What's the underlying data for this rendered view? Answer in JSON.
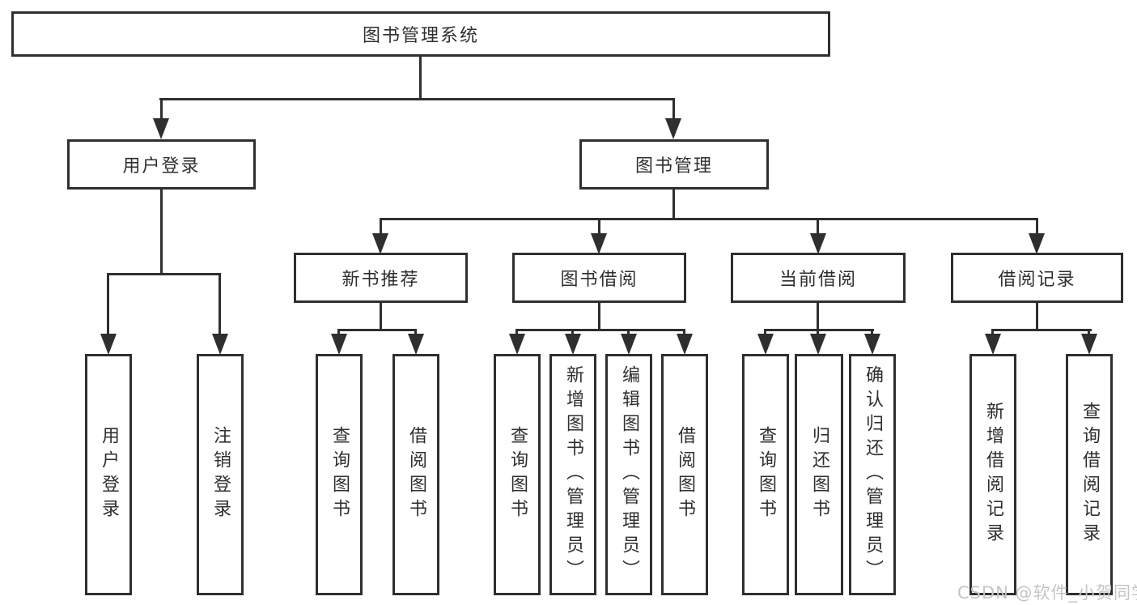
{
  "root": {
    "label": "图书管理系统"
  },
  "branches": [
    {
      "label": "用户登录",
      "children": [
        {
          "label": "用户登录"
        },
        {
          "label": "注销登录"
        }
      ]
    },
    {
      "label": "图书管理",
      "sections": [
        {
          "label": "新书推荐",
          "children": [
            {
              "label": "查询图书"
            },
            {
              "label": "借阅图书"
            }
          ]
        },
        {
          "label": "图书借阅",
          "children": [
            {
              "label": "查询图书"
            },
            {
              "label": "新增图书（管理员）"
            },
            {
              "label": "编辑图书（管理员）"
            },
            {
              "label": "借阅图书"
            }
          ]
        },
        {
          "label": "当前借阅",
          "children": [
            {
              "label": "查询图书"
            },
            {
              "label": "归还图书"
            },
            {
              "label": "确认归还（管理员）"
            }
          ]
        },
        {
          "label": "借阅记录",
          "children": [
            {
              "label": "新增借阅记录"
            },
            {
              "label": "查询借阅记录"
            }
          ]
        }
      ]
    }
  ],
  "watermark": {
    "text": "CSDN @软件_小贺同学"
  },
  "colors": {
    "line": "#2f2f2f",
    "text": "#2f2f2f",
    "background": "#ffffff",
    "watermark": "#c5c5c5"
  }
}
